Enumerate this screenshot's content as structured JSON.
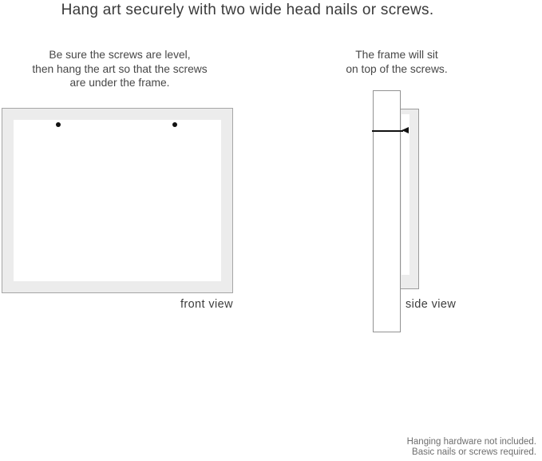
{
  "title": "Hang art securely with two wide head nails or screws.",
  "front_section": {
    "instruction_lines": [
      "Be sure the screws are level,",
      "then hang the art so that the screws",
      "are under the frame."
    ],
    "label": "front view",
    "nail_count": 2
  },
  "side_section": {
    "instruction_lines": [
      "The frame will sit",
      "on top of the screws."
    ],
    "label": "side view"
  },
  "footnote": {
    "lines": [
      "Hanging hardware not included.",
      "Basic nails or screws required."
    ]
  },
  "colors": {
    "background": "#ffffff",
    "frame_fill": "#ececec",
    "frame_border": "#a6a6a6",
    "nail": "#111111",
    "text_primary": "#3a3a3a",
    "text_secondary": "#474747",
    "footnote_text": "#6e6e6e"
  }
}
